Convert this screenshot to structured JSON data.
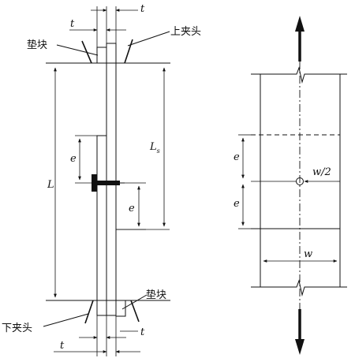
{
  "left_view": {
    "labels": {
      "top_clamp": "上夹头",
      "bottom_clamp": "下夹头",
      "spacer_top": "垫块",
      "spacer_bottom": "垫块",
      "t_top_left": "t",
      "t_top_right": "t",
      "t_bottom_left": "t",
      "t_bottom_right": "t",
      "L": "L",
      "Ls_main": "L",
      "Ls_sub": "s",
      "e_upper": "e",
      "e_lower": "e"
    }
  },
  "right_view": {
    "labels": {
      "e_upper": "e",
      "e_lower": "e",
      "half_width": "w/2",
      "width": "w"
    }
  }
}
